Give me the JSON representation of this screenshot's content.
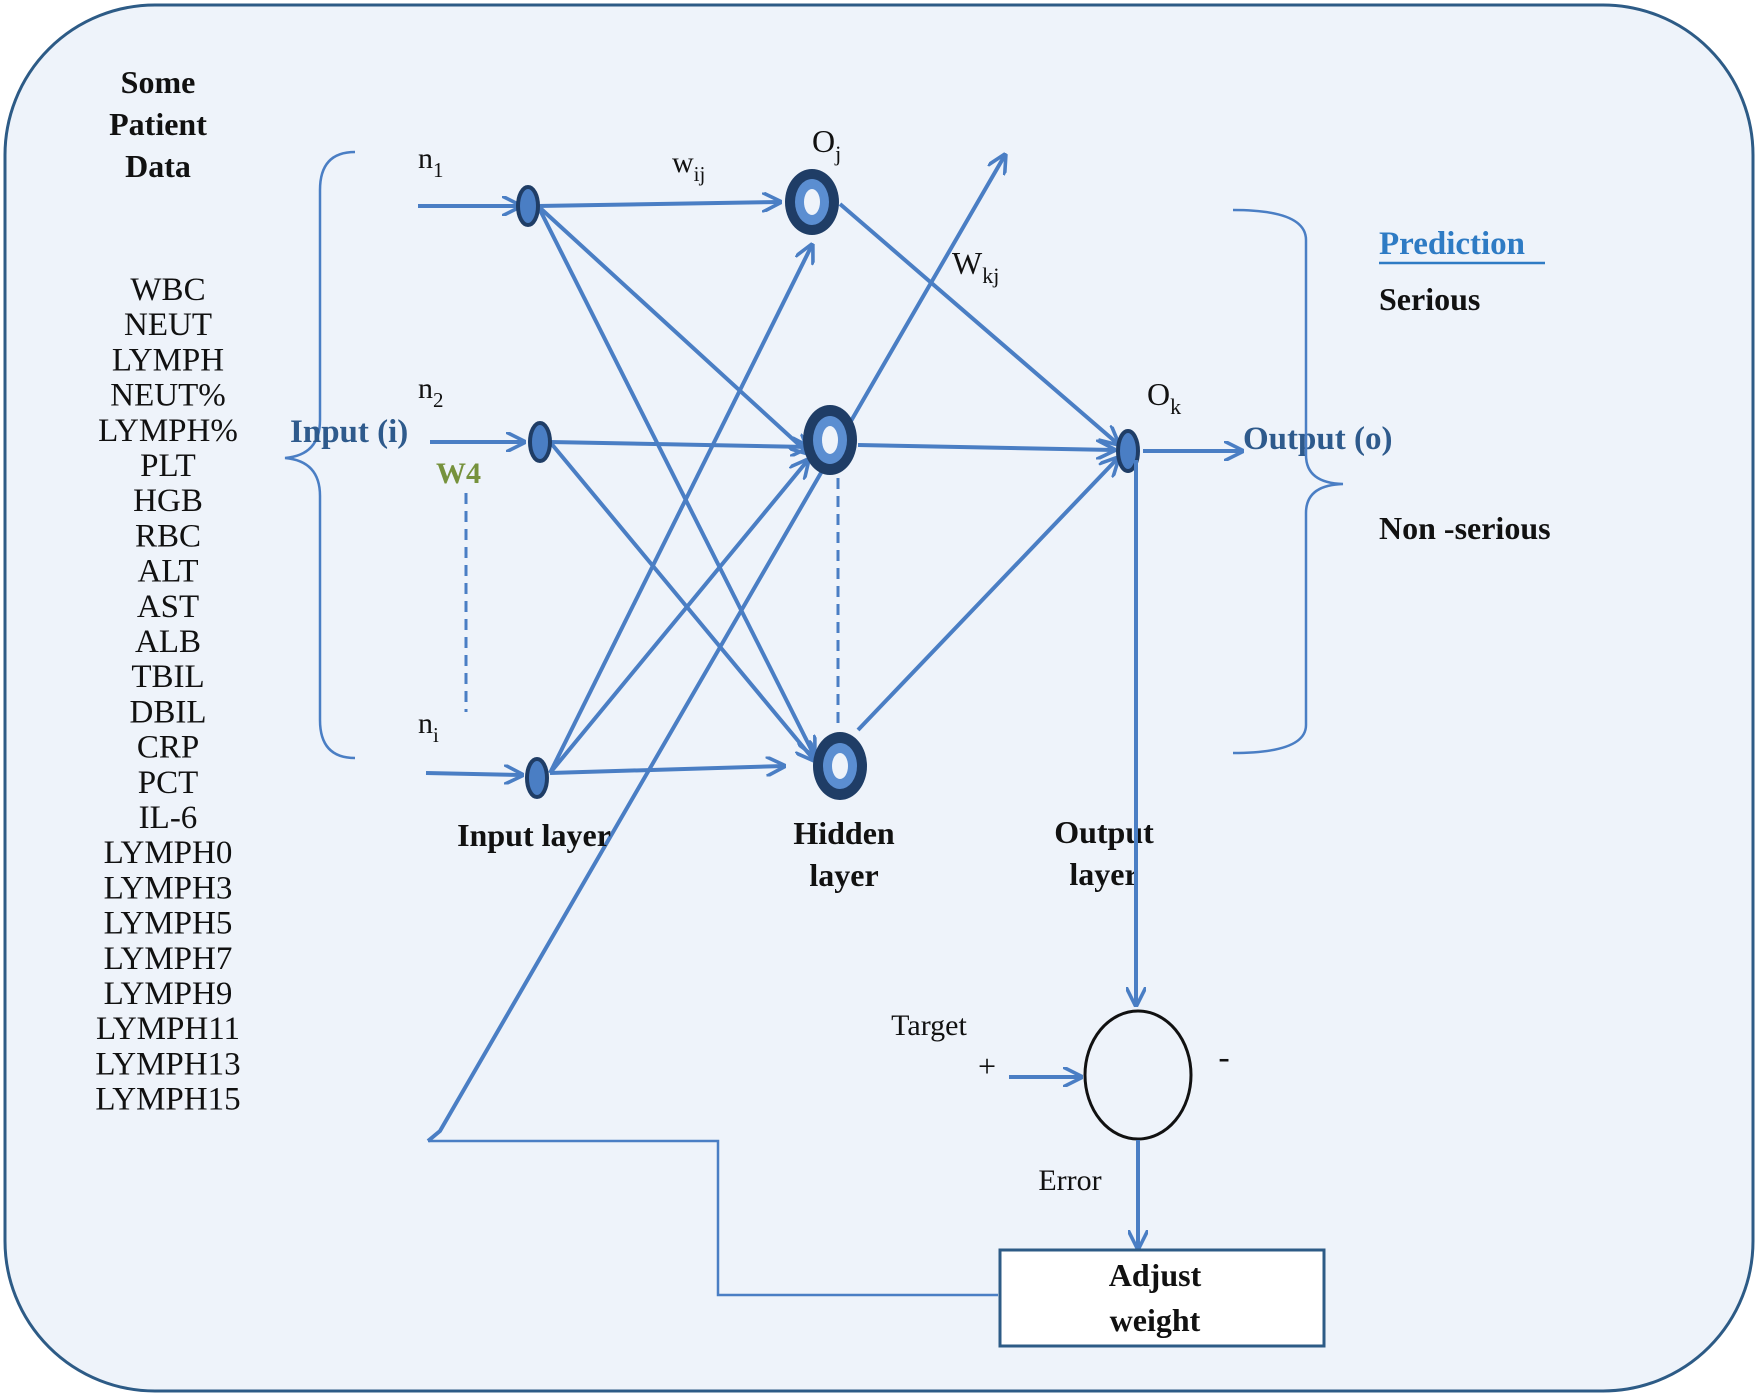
{
  "heading": [
    "Some",
    "Patient",
    "Data"
  ],
  "patient_features": [
    "WBC",
    "NEUT",
    "LYMPH",
    "NEUT%",
    "LYMPH%",
    "PLT",
    "HGB",
    "RBC",
    "ALT",
    "AST",
    "ALB",
    "TBIL",
    "DBIL",
    "CRP",
    "PCT",
    "IL-6",
    "LYMPH0",
    "LYMPH3",
    "LYMPH5",
    "LYMPH7",
    "LYMPH9",
    "LYMPH11",
    "LYMPH13",
    "LYMPH15"
  ],
  "input_label": "Input (i)",
  "w4_label": "W4",
  "inputs": {
    "n1": {
      "base": "n",
      "sub": "1"
    },
    "n2": {
      "base": "n",
      "sub": "2"
    },
    "ni": {
      "base": "n",
      "sub": "i"
    }
  },
  "weights": {
    "wij": {
      "base": "w",
      "sub": "ij"
    },
    "wkj": {
      "base": "W",
      "sub": "kj"
    }
  },
  "nodes": {
    "oj": {
      "base": "O",
      "sub": "j"
    },
    "ok": {
      "base": "O",
      "sub": "k"
    }
  },
  "layers": {
    "input": "Input layer",
    "hidden": [
      "Hidden",
      "layer"
    ],
    "output": [
      "Output",
      "layer"
    ]
  },
  "output_label": "Output (o)",
  "prediction": {
    "title": "Prediction",
    "serious": "Serious",
    "non_serious": "Non -serious"
  },
  "comparator": {
    "target": "Target",
    "plus": "+",
    "minus": "-",
    "error": "Error"
  },
  "adjust": [
    "Adjust",
    "weight"
  ],
  "colors": {
    "background": "#eef3fa",
    "border": "#2d5b86",
    "line": "#4a7ec4",
    "node_dark": "#1f3d66",
    "input_label": "#2e5a8c",
    "prediction": "#2e7bc4",
    "w4": "#76923c"
  }
}
